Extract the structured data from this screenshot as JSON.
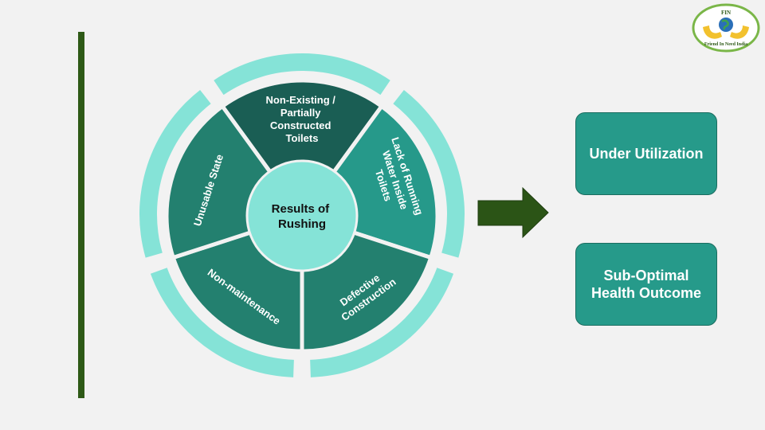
{
  "diagram": {
    "center": [
      "Results of",
      "Rushing"
    ],
    "segments": [
      {
        "id": "non-existing",
        "lines": [
          "Non-Existing /",
          "Partially",
          "Constructed",
          "Toilets"
        ]
      },
      {
        "id": "lack-of-running-water",
        "lines": [
          "Lack of Running",
          "Water Inside",
          "Toilets"
        ]
      },
      {
        "id": "defective-construction",
        "lines": [
          "Defective",
          "Construction"
        ]
      },
      {
        "id": "non-maintenance",
        "lines": [
          "Non-maintenance"
        ]
      },
      {
        "id": "unusable-state",
        "lines": [
          "Unusable State"
        ]
      }
    ],
    "outcomes": [
      "Under Utilization",
      "Sub-Optimal Health Outcome"
    ]
  },
  "logo": {
    "top_text": "FIN",
    "bottom_text": "Friend In Need India"
  },
  "colors": {
    "dark_teal": "#1a5e54",
    "teal": "#23806f",
    "bright_teal": "#26998a",
    "light_teal": "#85e3d7",
    "arrow_green": "#2b5416",
    "bar_green": "#2e5a17"
  }
}
